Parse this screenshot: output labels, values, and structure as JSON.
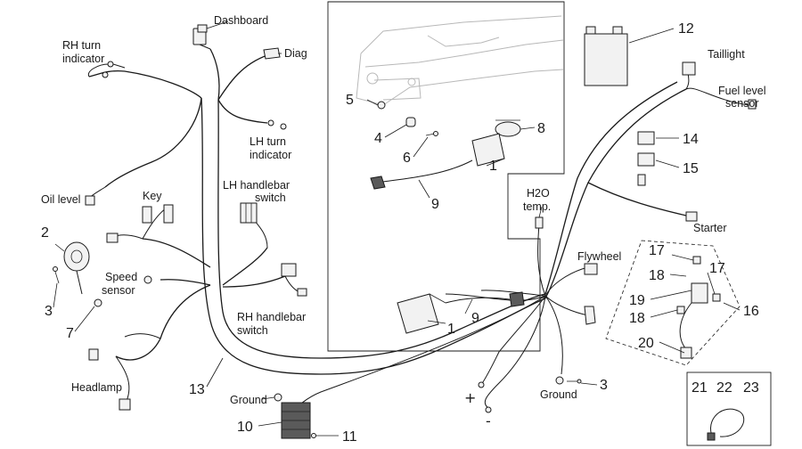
{
  "labels": {
    "dashboard": "Dashboard",
    "diag": "Diag",
    "rh_turn_1": "RH turn",
    "rh_turn_2": "indicator",
    "lh_turn_1": "LH turn",
    "lh_turn_2": "indicator",
    "oil_level": "Oil level",
    "key": "Key",
    "lh_switch_1": "LH handlebar",
    "lh_switch_2": "switch",
    "speed_1": "Speed",
    "speed_2": "sensor",
    "rh_switch_1": "RH handlebar",
    "rh_switch_2": "switch",
    "headlamp": "Headlamp",
    "ground_left": "Ground",
    "ground_right": "Ground",
    "h2o_1": "H2O",
    "h2o_2": "temp.",
    "flywheel": "Flywheel",
    "taillight": "Taillight",
    "fuel_1": "Fuel level",
    "fuel_2": "sensor",
    "starter": "Starter",
    "plus": "+",
    "minus": "-"
  },
  "numbers": {
    "n1a": "1",
    "n1b": "1",
    "n2": "2",
    "n3a": "3",
    "n3b": "3",
    "n4": "4",
    "n5": "5",
    "n6": "6",
    "n7": "7",
    "n8": "8",
    "n9a": "9",
    "n9b": "9",
    "n10": "10",
    "n11": "11",
    "n12": "12",
    "n13": "13",
    "n14": "14",
    "n15": "15",
    "n16": "16",
    "n17a": "17",
    "n17b": "17",
    "n18a": "18",
    "n18b": "18",
    "n19": "19",
    "n20": "20",
    "n21": "21",
    "n22": "22",
    "n23": "23"
  }
}
